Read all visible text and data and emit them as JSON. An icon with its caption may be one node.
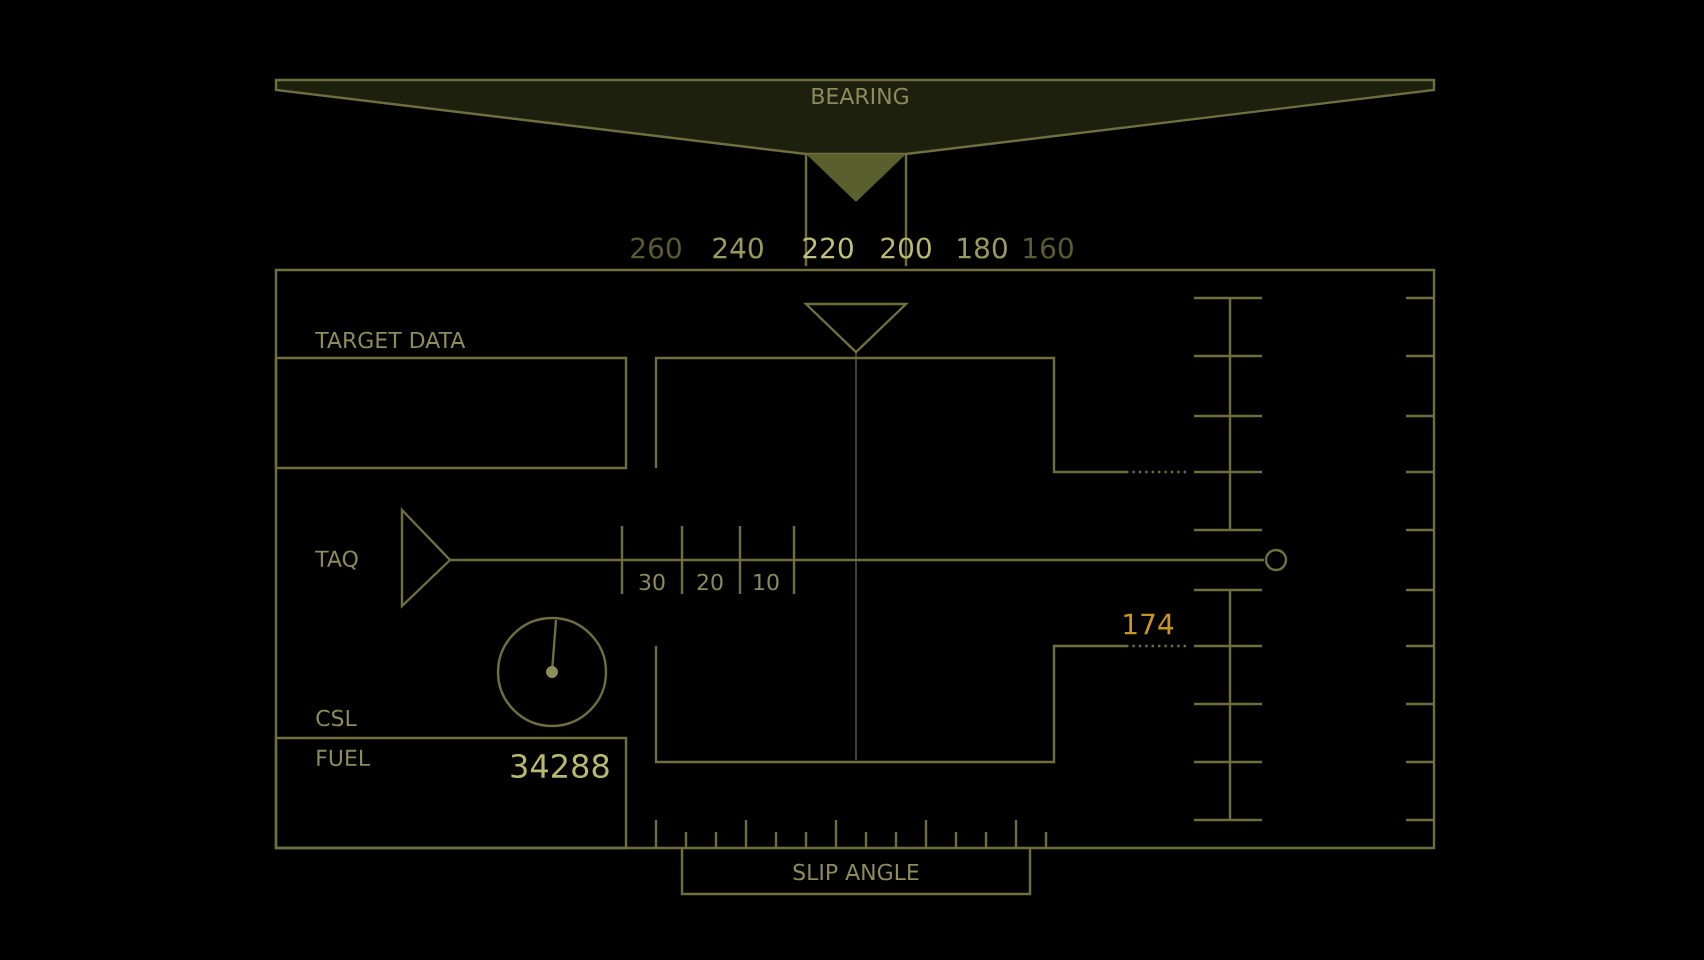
{
  "diagram": {
    "nodes": [
      {
        "text": [
          "BEARING"
        ]
      },
      {
        "text": [
          "TARGET DATA"
        ]
      },
      {
        "text": [
          "FUEL",
          "34288"
        ]
      },
      {
        "text": [
          "SLIP ANGLE"
        ]
      }
    ],
    "labels": [
      "260",
      "240",
      "220",
      "200",
      "180",
      "160",
      "TAQ",
      "30",
      "20",
      "10",
      "174",
      "CSL"
    ]
  }
}
